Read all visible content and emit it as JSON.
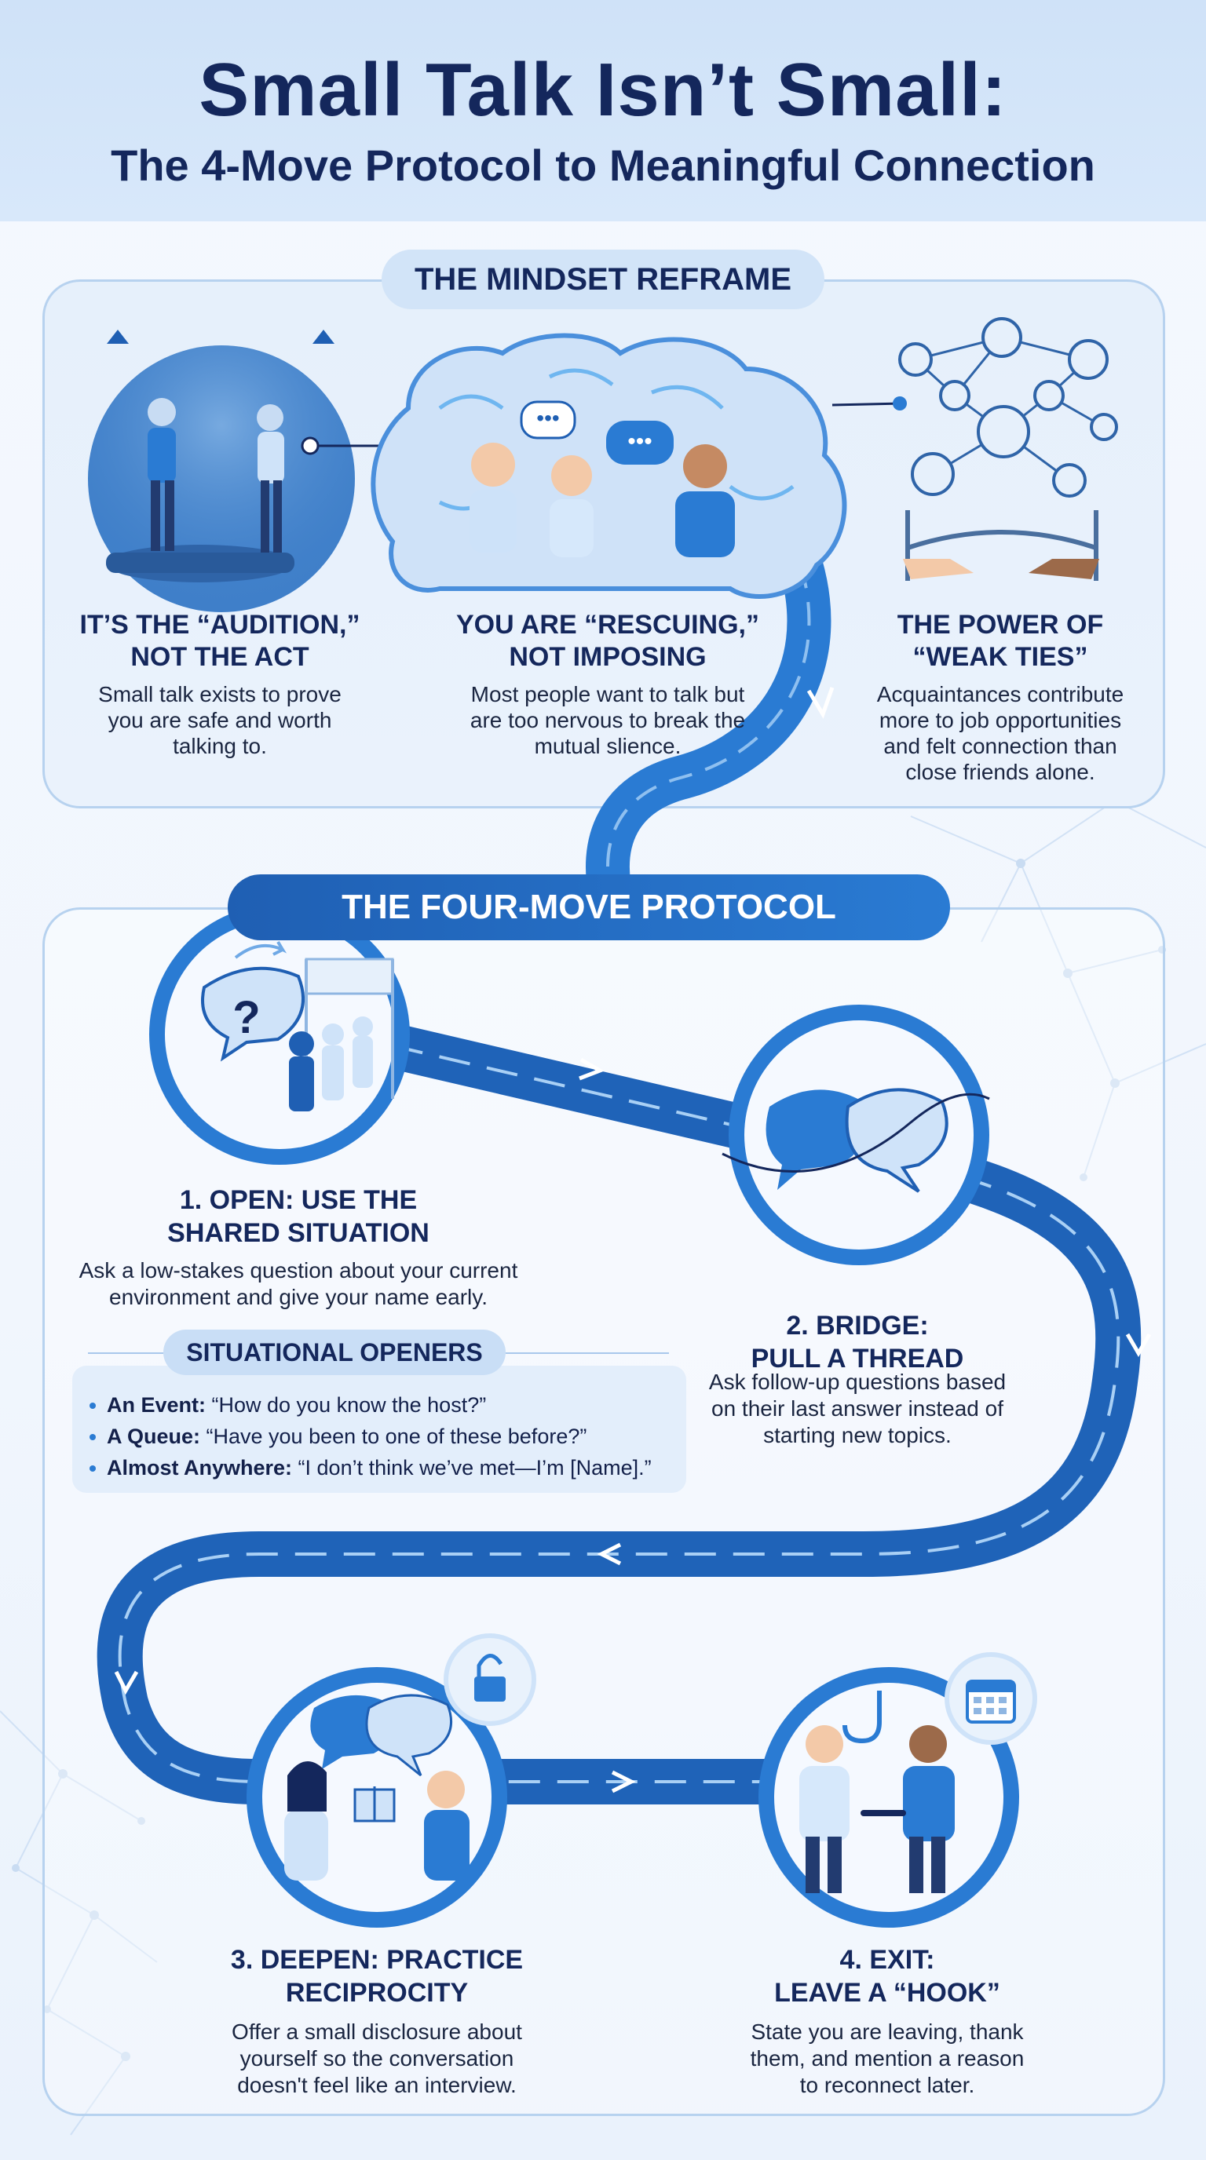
{
  "header": {
    "title": "Small Talk Isn’t Small:",
    "subtitle": "The 4-Move Protocol to Meaningful Connection"
  },
  "mindset": {
    "heading": "THE MINDSET REFRAME",
    "columns": [
      {
        "title_l1": "IT’S THE “AUDITION,”",
        "title_l2": "NOT THE ACT",
        "body_l1": "Small talk exists to prove",
        "body_l2": "you are safe and worth",
        "body_l3": "talking to.",
        "icon": "spotlight-stage-icon"
      },
      {
        "title_l1": "YOU ARE “RESCUING,”",
        "title_l2": "NOT IMPOSING",
        "body_l1": "Most people want to talk but",
        "body_l2": "are too nervous to break the",
        "body_l3": "mutual slience.",
        "icon": "brain-people-icon"
      },
      {
        "title_l1": "THE POWER OF",
        "title_l2": "“WEAK TIES”",
        "body_l1": "Acquaintances contribute",
        "body_l2": "more to job opportunities",
        "body_l3": "and felt connection than",
        "body_l4": "close friends alone.",
        "icon": "network-bridge-icon"
      }
    ]
  },
  "protocol": {
    "heading": "THE FOUR-MOVE PROTOCOL",
    "steps": [
      {
        "title_l1": "1. OPEN: USE THE",
        "title_l2": "SHARED SITUATION",
        "body_l1": "Ask a low-stakes question about your current",
        "body_l2": "environment and give your name early.",
        "icon": "question-queue-icon"
      },
      {
        "title_l1": "2. BRIDGE:",
        "title_l2": "PULL A THREAD",
        "body_l1": "Ask follow-up questions based",
        "body_l2": "on their last answer instead of",
        "body_l3": "starting new topics.",
        "icon": "linked-bubbles-icon"
      },
      {
        "title_l1": "3. DEEPEN: PRACTICE",
        "title_l2": "RECIPROCITY",
        "body_l1": "Offer a small disclosure about",
        "body_l2": "yourself so the conversation",
        "body_l3": "doesn't feel like an interview.",
        "icon": "gift-exchange-icon"
      },
      {
        "title_l1": "4. EXIT:",
        "title_l2": "LEAVE A “HOOK”",
        "body_l1": "State you are leaving, thank",
        "body_l2": "them, and mention a reason",
        "body_l3": "to reconnect later.",
        "icon": "handshake-hook-icon"
      }
    ],
    "openers": {
      "heading": "SITUATIONAL OPENERS",
      "items": [
        {
          "label": "An Event:",
          "text": " “How do you know the host?”"
        },
        {
          "label": "A Queue:",
          "text": " “Have you been to one of these before?”"
        },
        {
          "label": "Almost Anywhere:",
          "text": " “I don’t think we’ve met—I’m [Name].”"
        }
      ]
    }
  },
  "colors": {
    "navy": "#14275c",
    "blue": "#2a7bd3",
    "deep_blue": "#1f5fb3",
    "light_blue": "#d2e4f8"
  }
}
